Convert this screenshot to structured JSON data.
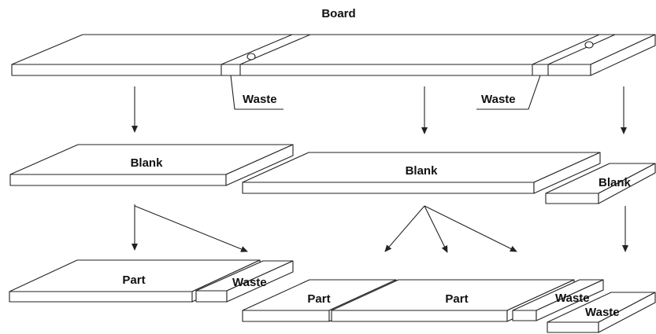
{
  "title": "Board",
  "labels": {
    "waste_left": "Waste",
    "waste_right": "Waste",
    "blank_1": "Blank",
    "blank_2": "Blank",
    "blank_3": "Blank",
    "part_1": "Part",
    "waste_1": "Waste",
    "part_2": "Part",
    "part_3": "Part",
    "waste_2": "Waste",
    "waste_3": "Waste"
  }
}
